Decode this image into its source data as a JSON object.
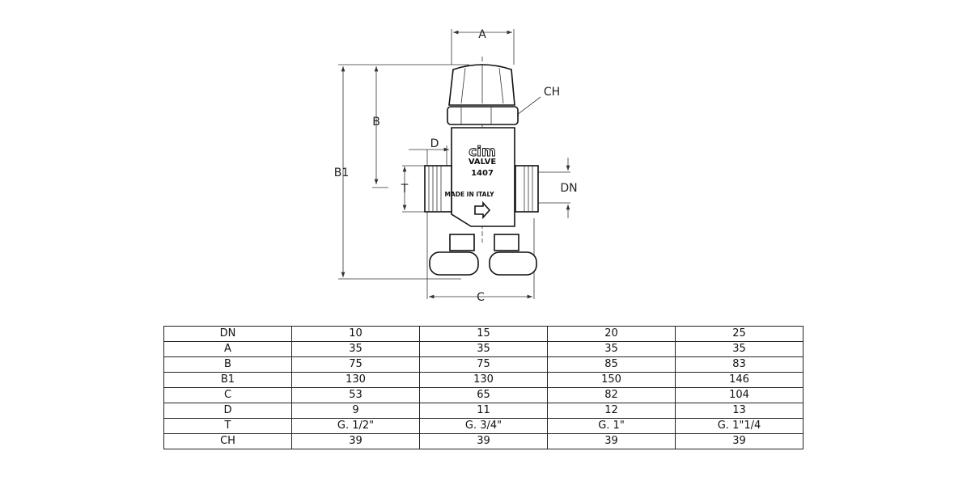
{
  "drawing": {
    "labels": {
      "A": "A",
      "B": "B",
      "B1": "B1",
      "CH": "CH",
      "D": "D",
      "T": "T",
      "DN": "DN",
      "C": "C"
    },
    "brand": "cim",
    "model_line1": "VALVE",
    "model_line2": "1407",
    "origin": "MADE IN ITALY"
  },
  "table": {
    "rows": [
      {
        "label": "DN",
        "values": [
          "10",
          "15",
          "20",
          "25"
        ]
      },
      {
        "label": "A",
        "values": [
          "35",
          "35",
          "35",
          "35"
        ]
      },
      {
        "label": "B",
        "values": [
          "75",
          "75",
          "85",
          "83"
        ]
      },
      {
        "label": "B1",
        "values": [
          "130",
          "130",
          "150",
          "146"
        ]
      },
      {
        "label": "C",
        "values": [
          "53",
          "65",
          "82",
          "104"
        ]
      },
      {
        "label": "D",
        "values": [
          "9",
          "11",
          "12",
          "13"
        ]
      },
      {
        "label": "T",
        "values": [
          "G. 1/2\"",
          "G. 3/4\"",
          "G. 1\"",
          "G. 1\"1/4"
        ]
      },
      {
        "label": "CH",
        "values": [
          "39",
          "39",
          "39",
          "39"
        ]
      }
    ]
  }
}
